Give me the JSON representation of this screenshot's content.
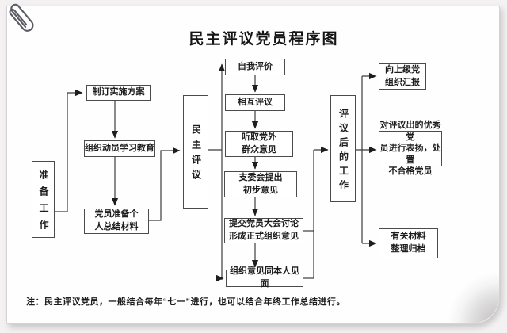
{
  "page": {
    "title": "民主评议党员程序图",
    "note": "注：民主评议党员，一般结合每年“七一”进行，也可以结合年终工作总结进行。"
  },
  "stages": {
    "prepare": "准备工作",
    "review": "民主评议",
    "after": "评议后的工作"
  },
  "steps": {
    "plan": "制订实施方案",
    "mobilize": "组织动员学习教育",
    "materials": "党员准备个\n人总结材料",
    "self_eval": "自我评价",
    "mutual_review": "相互评议",
    "public_opinion": "听取党外\n群众意见",
    "committee_draft": "支委会提出\n初步意见",
    "assembly_discuss": "提交党员大会讨论\n形成正式组织意见",
    "meet_person": "组织意见同本人见面",
    "report_superior": "向上级党\n组织汇报",
    "reward_punish": "对评议出的优秀党\n员进行表扬，处置\n不合格党员",
    "archive": "有关材料\n整理归档"
  },
  "colors": {
    "line": "#3c3c3c",
    "box_border": "#4b4b4b",
    "paper": "#fefefe",
    "text": "#1d1d1d"
  }
}
